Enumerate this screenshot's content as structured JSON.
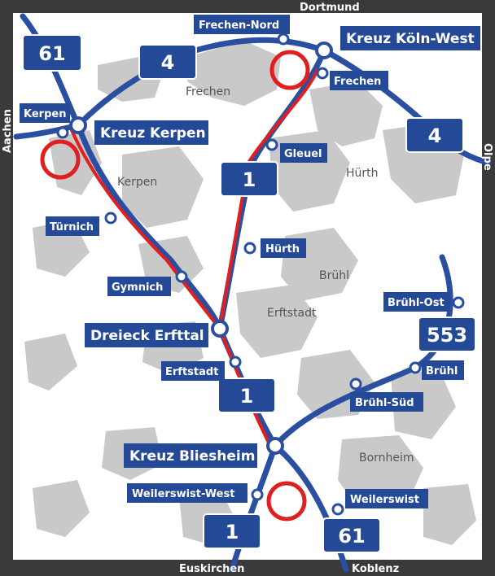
{
  "colors": {
    "road": "#2b4fa0",
    "route": "#e02020",
    "frame": "#3a3a3a",
    "urban": "#c9c9c9",
    "label_bg": "#244a97"
  },
  "destinations": {
    "top": "Dortmund",
    "left": "Aachen",
    "right": "Olpe",
    "bottom_left": "Euskirchen",
    "bottom_right": "Koblenz"
  },
  "shields": {
    "a61_north": "61",
    "a4_west": "4",
    "a4_east": "4",
    "a1_north": "1",
    "a1_middle": "1",
    "a1_south": "1",
    "a553": "553",
    "a61_south": "61"
  },
  "junctions": {
    "kreuz_koeln_west": "Kreuz Köln-West",
    "kreuz_kerpen": "Kreuz Kerpen",
    "dreieck_erfttal": "Dreieck Erfttal",
    "kreuz_bliesheim": "Kreuz Bliesheim"
  },
  "exits": {
    "frechen_nord": "Frechen-Nord",
    "frechen": "Frechen",
    "kerpen": "Kerpen",
    "gleuel": "Gleuel",
    "tuernich": "Türnich",
    "huerth": "Hürth",
    "gymnich": "Gymnich",
    "bruehl_ost": "Brühl-Ost",
    "erftstadt": "Erftstadt",
    "bruehl": "Brühl",
    "bruehl_sued": "Brühl-Süd",
    "weilerswist_west": "Weilerswist-West",
    "weilerswist": "Weilerswist"
  },
  "towns": {
    "frechen": "Frechen",
    "kerpen": "Kerpen",
    "huerth": "Hürth",
    "bruehl": "Brühl",
    "erftstadt": "Erftstadt",
    "bornheim": "Bornheim"
  }
}
